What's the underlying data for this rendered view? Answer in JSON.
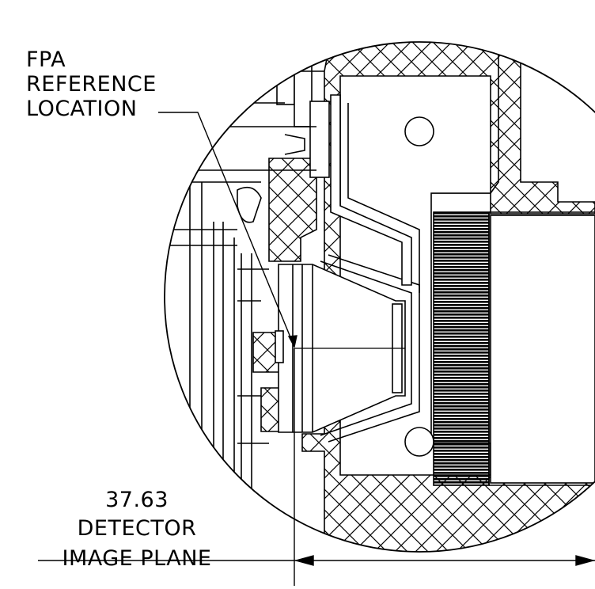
{
  "callout": {
    "line1": "FPA",
    "line2": "REFERENCE",
    "line3": "LOCATION"
  },
  "dimension": {
    "value": "37.63",
    "label_line1": "DETECTOR",
    "label_line2": "IMAGE PLANE"
  }
}
